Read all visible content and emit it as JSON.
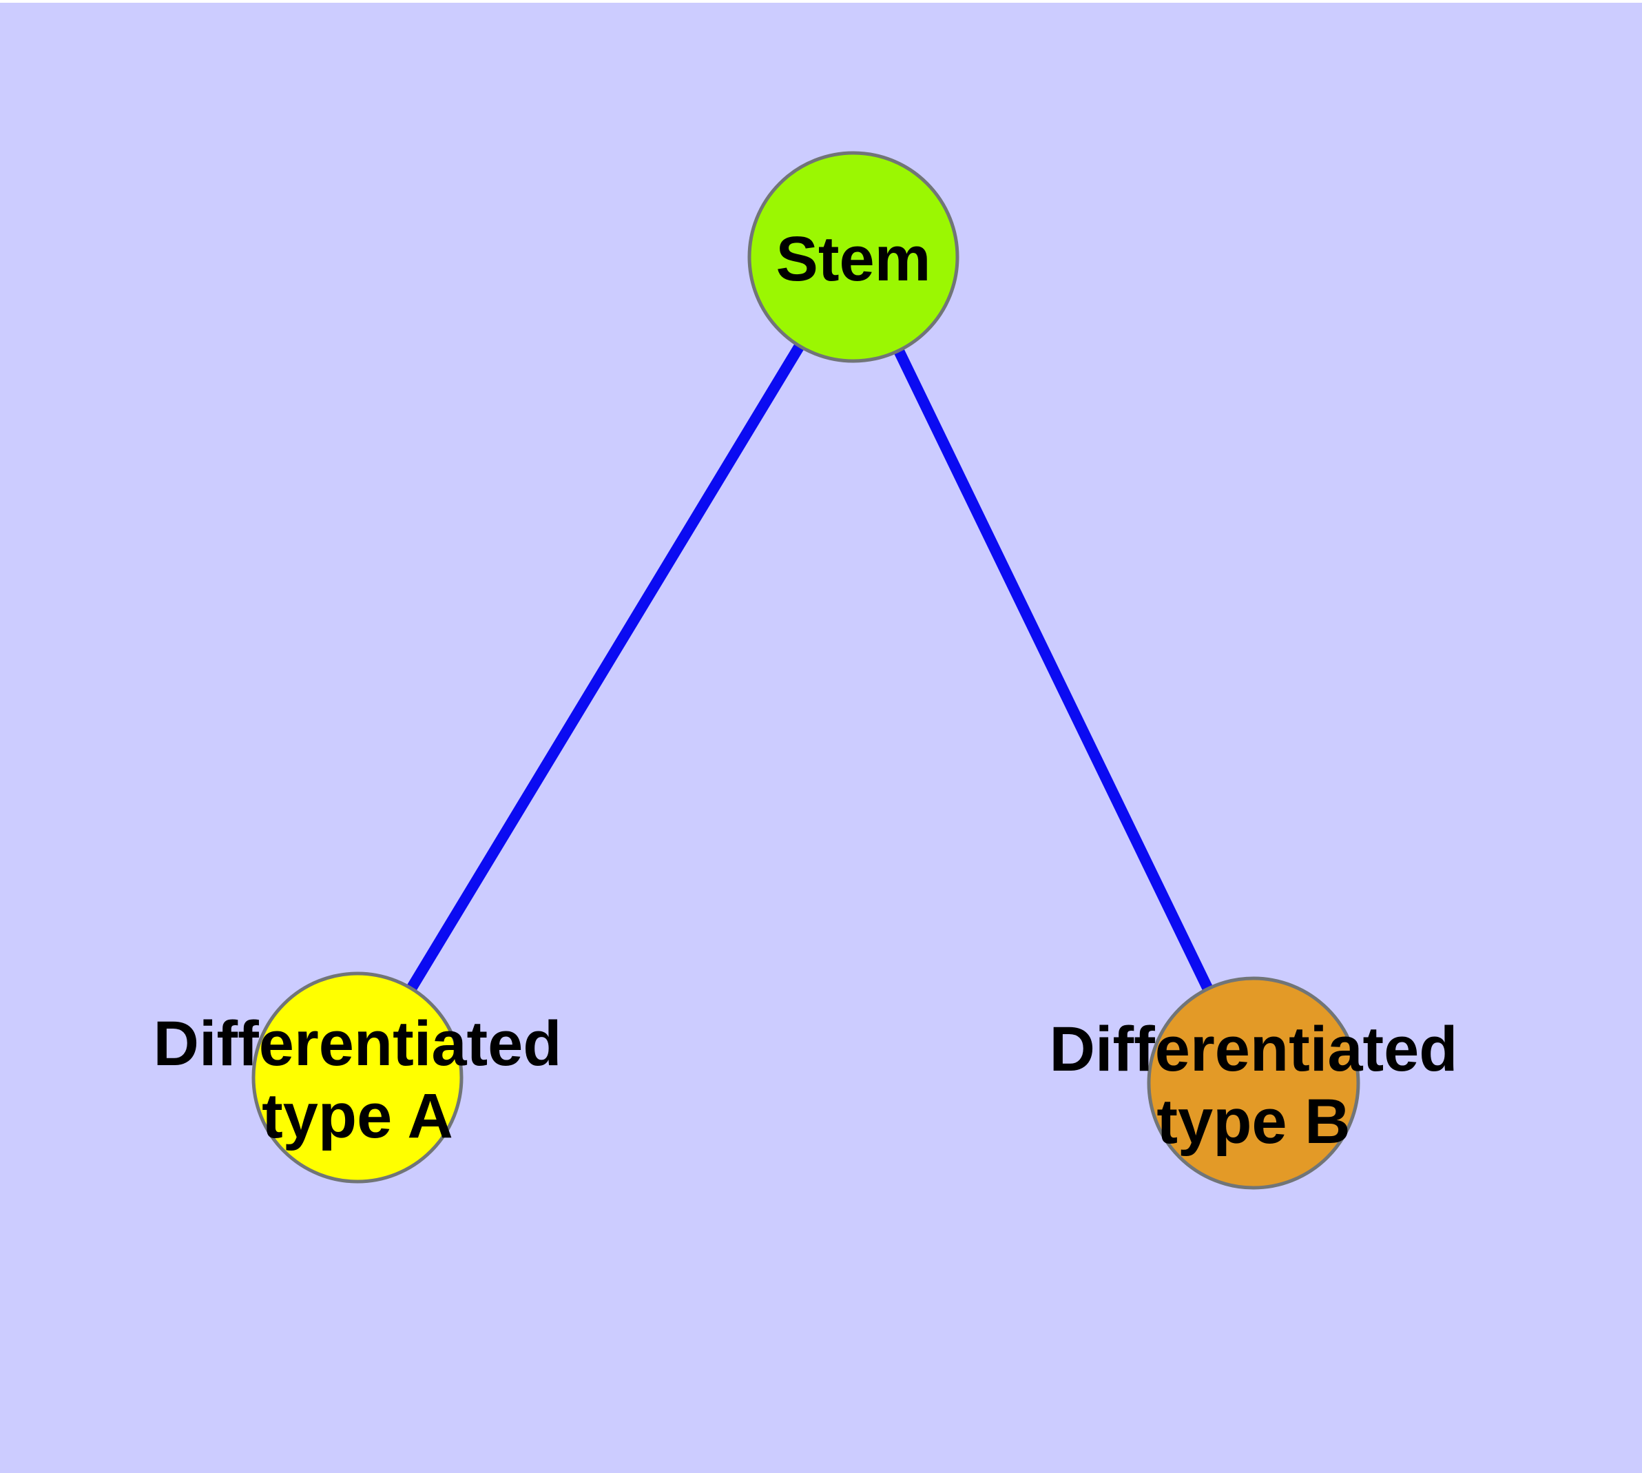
{
  "diagram": {
    "background_color": "#CCCCFF",
    "top_margin_color": "#FFFFFF",
    "edge_color": "#0B0BF2",
    "node_border_color": "#717577",
    "label_color": "#000000",
    "nodes": {
      "stem": {
        "label": "Stem",
        "fill": "#9BF702"
      },
      "type_a": {
        "label_line1": "Differentiated",
        "label_line2": "type A",
        "fill": "#FFFF00"
      },
      "type_b": {
        "label_line1": "Differentiated",
        "label_line2": "type B",
        "fill": "#E39A27"
      }
    },
    "edges": [
      {
        "from": "stem",
        "to": "type_a"
      },
      {
        "from": "stem",
        "to": "type_b"
      }
    ]
  }
}
